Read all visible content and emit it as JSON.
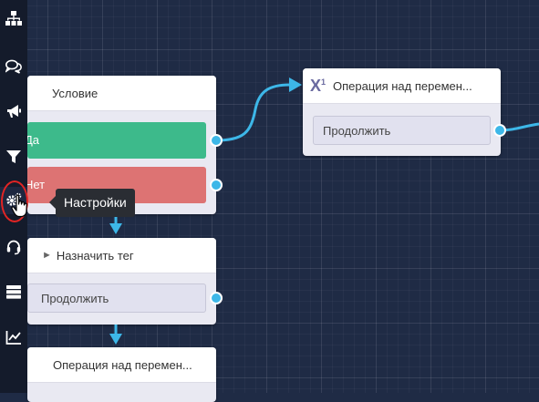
{
  "sidebar": {
    "items": [
      {
        "icon": "sitemap-icon"
      },
      {
        "icon": "chat-bubbles-icon"
      },
      {
        "icon": "megaphone-icon"
      },
      {
        "icon": "funnel-icon"
      },
      {
        "icon": "gears-icon"
      },
      {
        "icon": "headset-icon"
      },
      {
        "icon": "server-list-icon"
      },
      {
        "icon": "chart-line-icon"
      }
    ],
    "tooltip": "Настройки"
  },
  "nodes": {
    "condition": {
      "title": "Условие",
      "yes_label": "Да",
      "no_label": "Нет"
    },
    "variable_top": {
      "title": "Операция над перемен...",
      "continue_label": "Продолжить"
    },
    "assign_tag": {
      "title": "Назначить тег",
      "continue_label": "Продолжить"
    },
    "variable_bottom": {
      "title": "Операция над перемен..."
    }
  },
  "colors": {
    "canvas_bg": "#1f2b45",
    "sidebar_bg": "#141b2b",
    "port": "#3db7e8",
    "yes_branch": "#3dba8b",
    "no_branch": "#dd7373",
    "highlight_ring": "#e22424"
  }
}
